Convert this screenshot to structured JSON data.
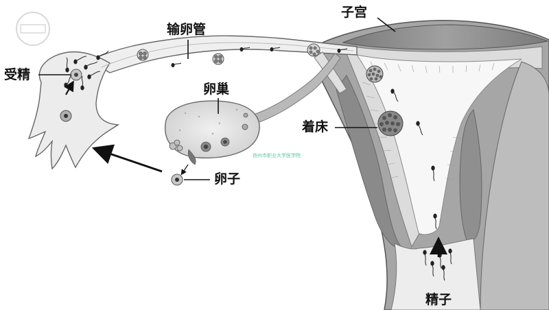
{
  "labels": {
    "fertilization": "受精",
    "fallopian_tube": "输卵管",
    "ovary": "卵巢",
    "uterus": "子宫",
    "implantation": "着床",
    "ovum": "卵子",
    "sperm": "精子"
  },
  "watermark": "扬州市职业大学医学院",
  "colors": {
    "tissue": "#e6e6e6",
    "tissue_dark": "#9a9a9a",
    "muscle": "#8c8c8c",
    "outline": "#555555",
    "label": "#111111"
  }
}
